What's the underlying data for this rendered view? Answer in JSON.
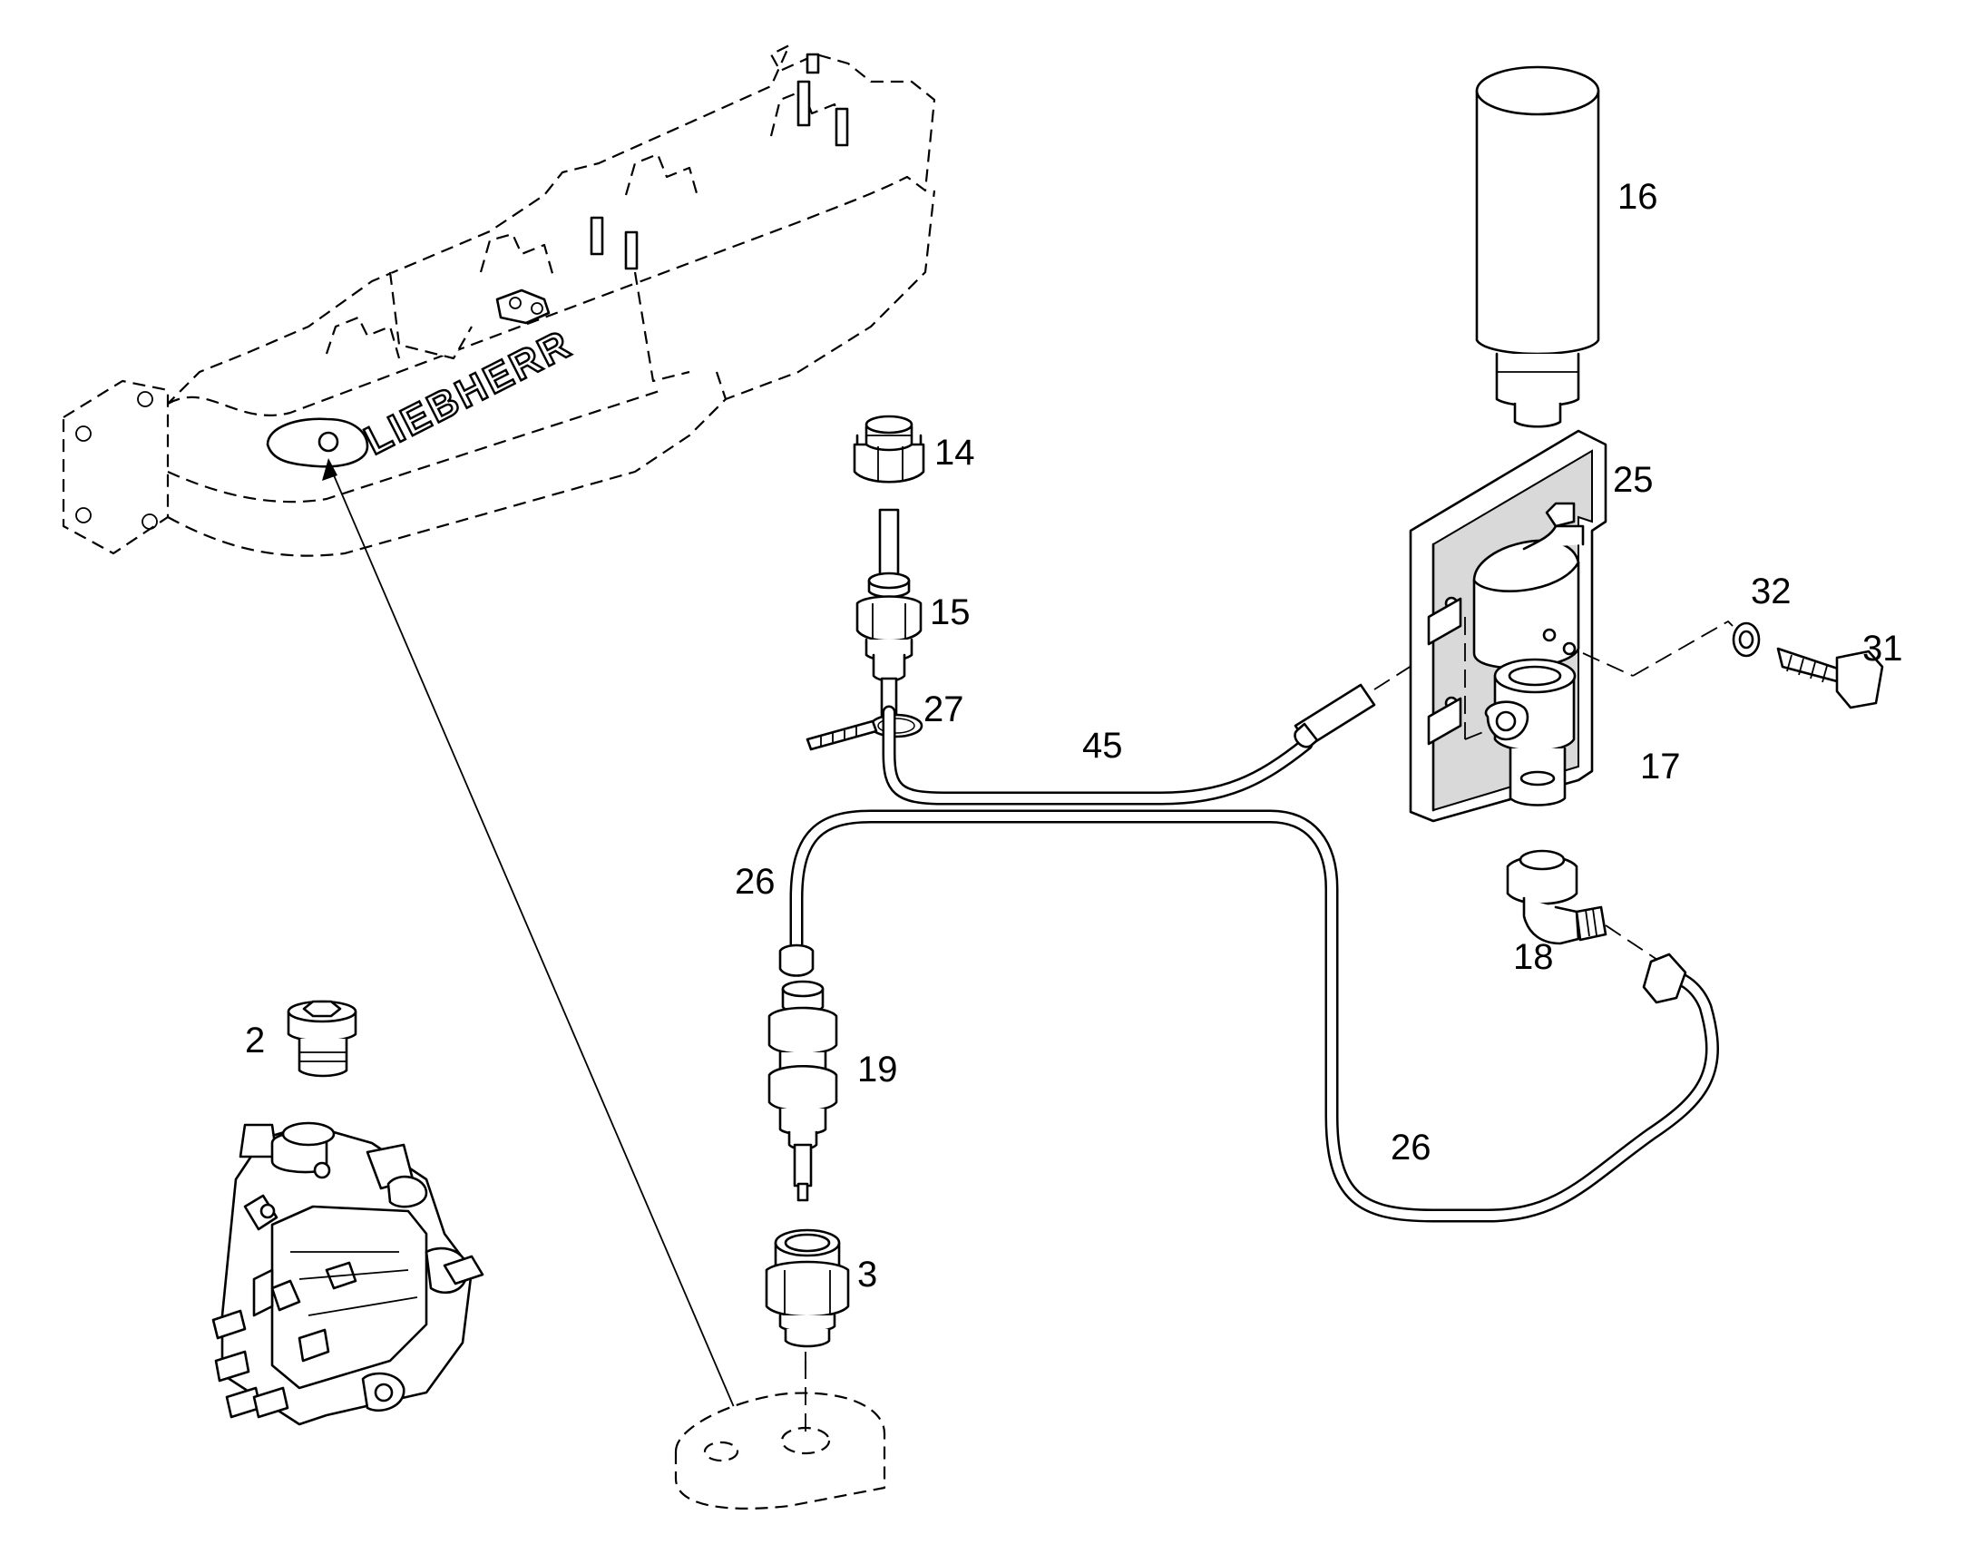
{
  "logo": {
    "text": "LIEBHERR"
  },
  "callouts": {
    "c2": "2",
    "c3": "3",
    "c14": "14",
    "c15": "15",
    "c16": "16",
    "c17": "17",
    "c18": "18",
    "c19": "19",
    "c25": "25",
    "c26a": "26",
    "c26b": "26",
    "c27": "27",
    "c31": "31",
    "c32": "32",
    "c45": "45"
  },
  "colors": {
    "line": "#000000",
    "background": "#ffffff"
  }
}
